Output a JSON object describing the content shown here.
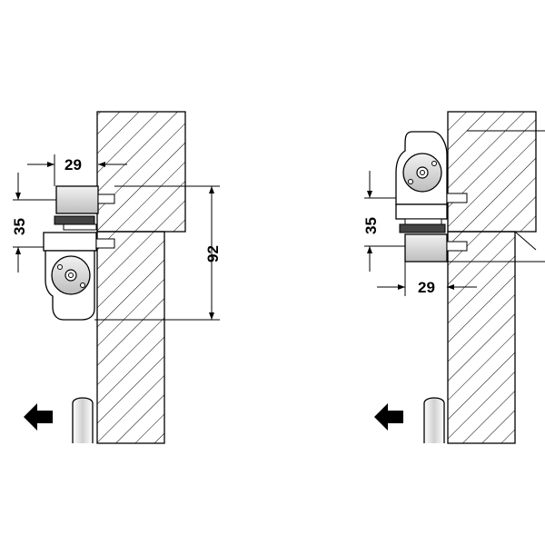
{
  "diagram": {
    "left_view": {
      "dim_top_horizontal": "29",
      "dim_vertical_small": "35",
      "dim_vertical_large": "92"
    },
    "right_view": {
      "dim_vertical_small": "35",
      "dim_bottom_horizontal": "29"
    }
  },
  "colors": {
    "line": "#000000",
    "background": "#ffffff",
    "device_gray": "#d9d9d9"
  }
}
